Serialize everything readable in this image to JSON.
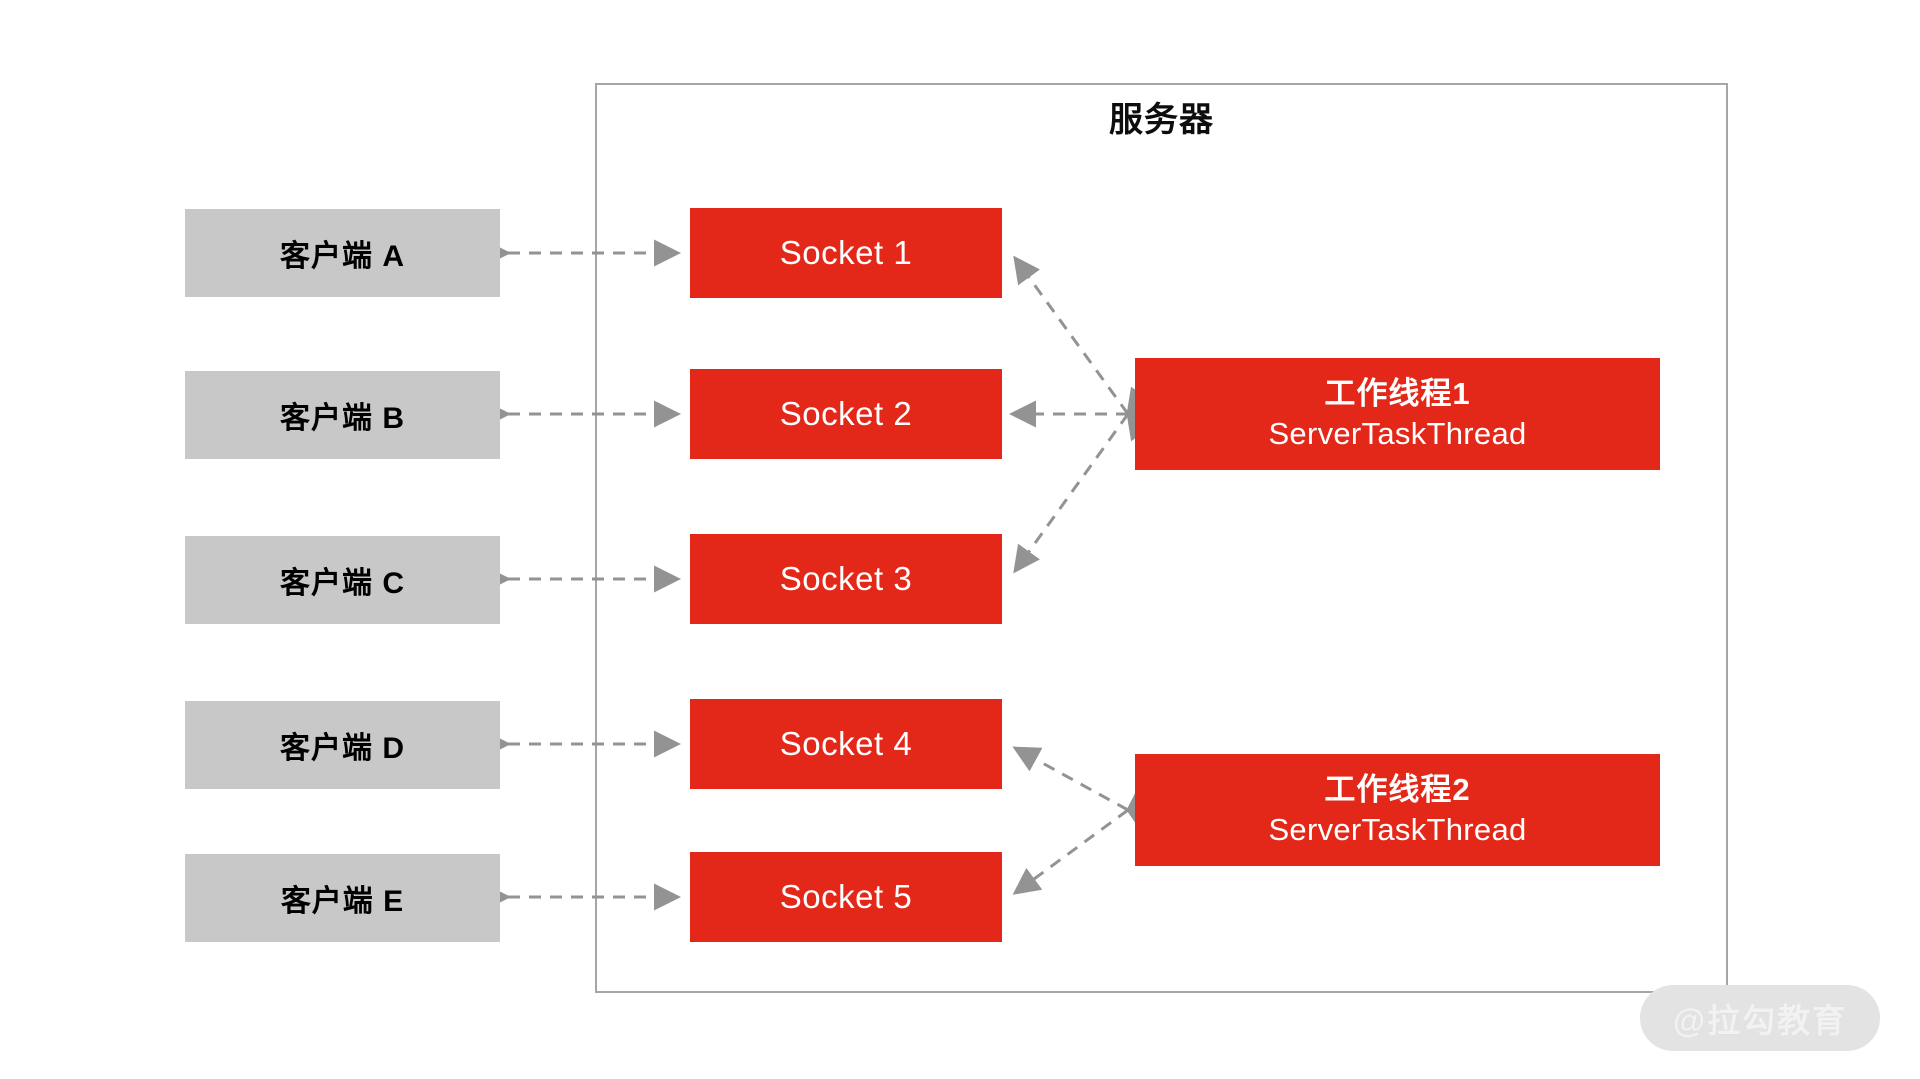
{
  "diagram": {
    "title": "服务器",
    "colors": {
      "accent_red": "#e32718",
      "client_gray": "#c8c8c8",
      "border_gray": "#a6a6a6",
      "connector_gray": "#939393",
      "text_dark": "#0d0d0d",
      "text_light": "#ffffff"
    }
  },
  "clients": [
    {
      "label": "客户端 A"
    },
    {
      "label": "客户端 B"
    },
    {
      "label": "客户端 C"
    },
    {
      "label": "客户端 D"
    },
    {
      "label": "客户端 E"
    }
  ],
  "sockets": [
    {
      "label": "Socket 1"
    },
    {
      "label": "Socket 2"
    },
    {
      "label": "Socket 3"
    },
    {
      "label": "Socket 4"
    },
    {
      "label": "Socket 5"
    }
  ],
  "workers": [
    {
      "line1": "工作线程1",
      "line2": "ServerTaskThread"
    },
    {
      "line2_alt": "",
      "line1_b": "工作线程2",
      "line2_b": "ServerTaskThread"
    }
  ],
  "workers_list": [
    {
      "title": "工作线程1",
      "subtitle": "ServerTaskThread"
    },
    {
      "title": "工作线程2",
      "subtitle": "ServerTaskThread"
    }
  ],
  "watermark": {
    "text": "@拉勾教育"
  },
  "connections": {
    "client_socket": [
      {
        "from": "客户端 A",
        "to": "Socket 1",
        "style": "dashed",
        "arrows": "both"
      },
      {
        "from": "客户端 B",
        "to": "Socket 2",
        "style": "dashed",
        "arrows": "both"
      },
      {
        "from": "客户端 C",
        "to": "Socket 3",
        "style": "dashed",
        "arrows": "both"
      },
      {
        "from": "客户端 D",
        "to": "Socket 4",
        "style": "dashed",
        "arrows": "both"
      },
      {
        "from": "客户端 E",
        "to": "Socket 5",
        "style": "dashed",
        "arrows": "both"
      }
    ],
    "socket_worker": [
      {
        "from": "工作线程1",
        "to": "Socket 1",
        "style": "dashed",
        "arrows": "both"
      },
      {
        "from": "工作线程1",
        "to": "Socket 2",
        "style": "dashed",
        "arrows": "both"
      },
      {
        "from": "工作线程1",
        "to": "Socket 3",
        "style": "dashed",
        "arrows": "both"
      },
      {
        "from": "工作线程2",
        "to": "Socket 4",
        "style": "dashed",
        "arrows": "both"
      },
      {
        "from": "工作线程2",
        "to": "Socket 5",
        "style": "dashed",
        "arrows": "both"
      }
    ]
  }
}
